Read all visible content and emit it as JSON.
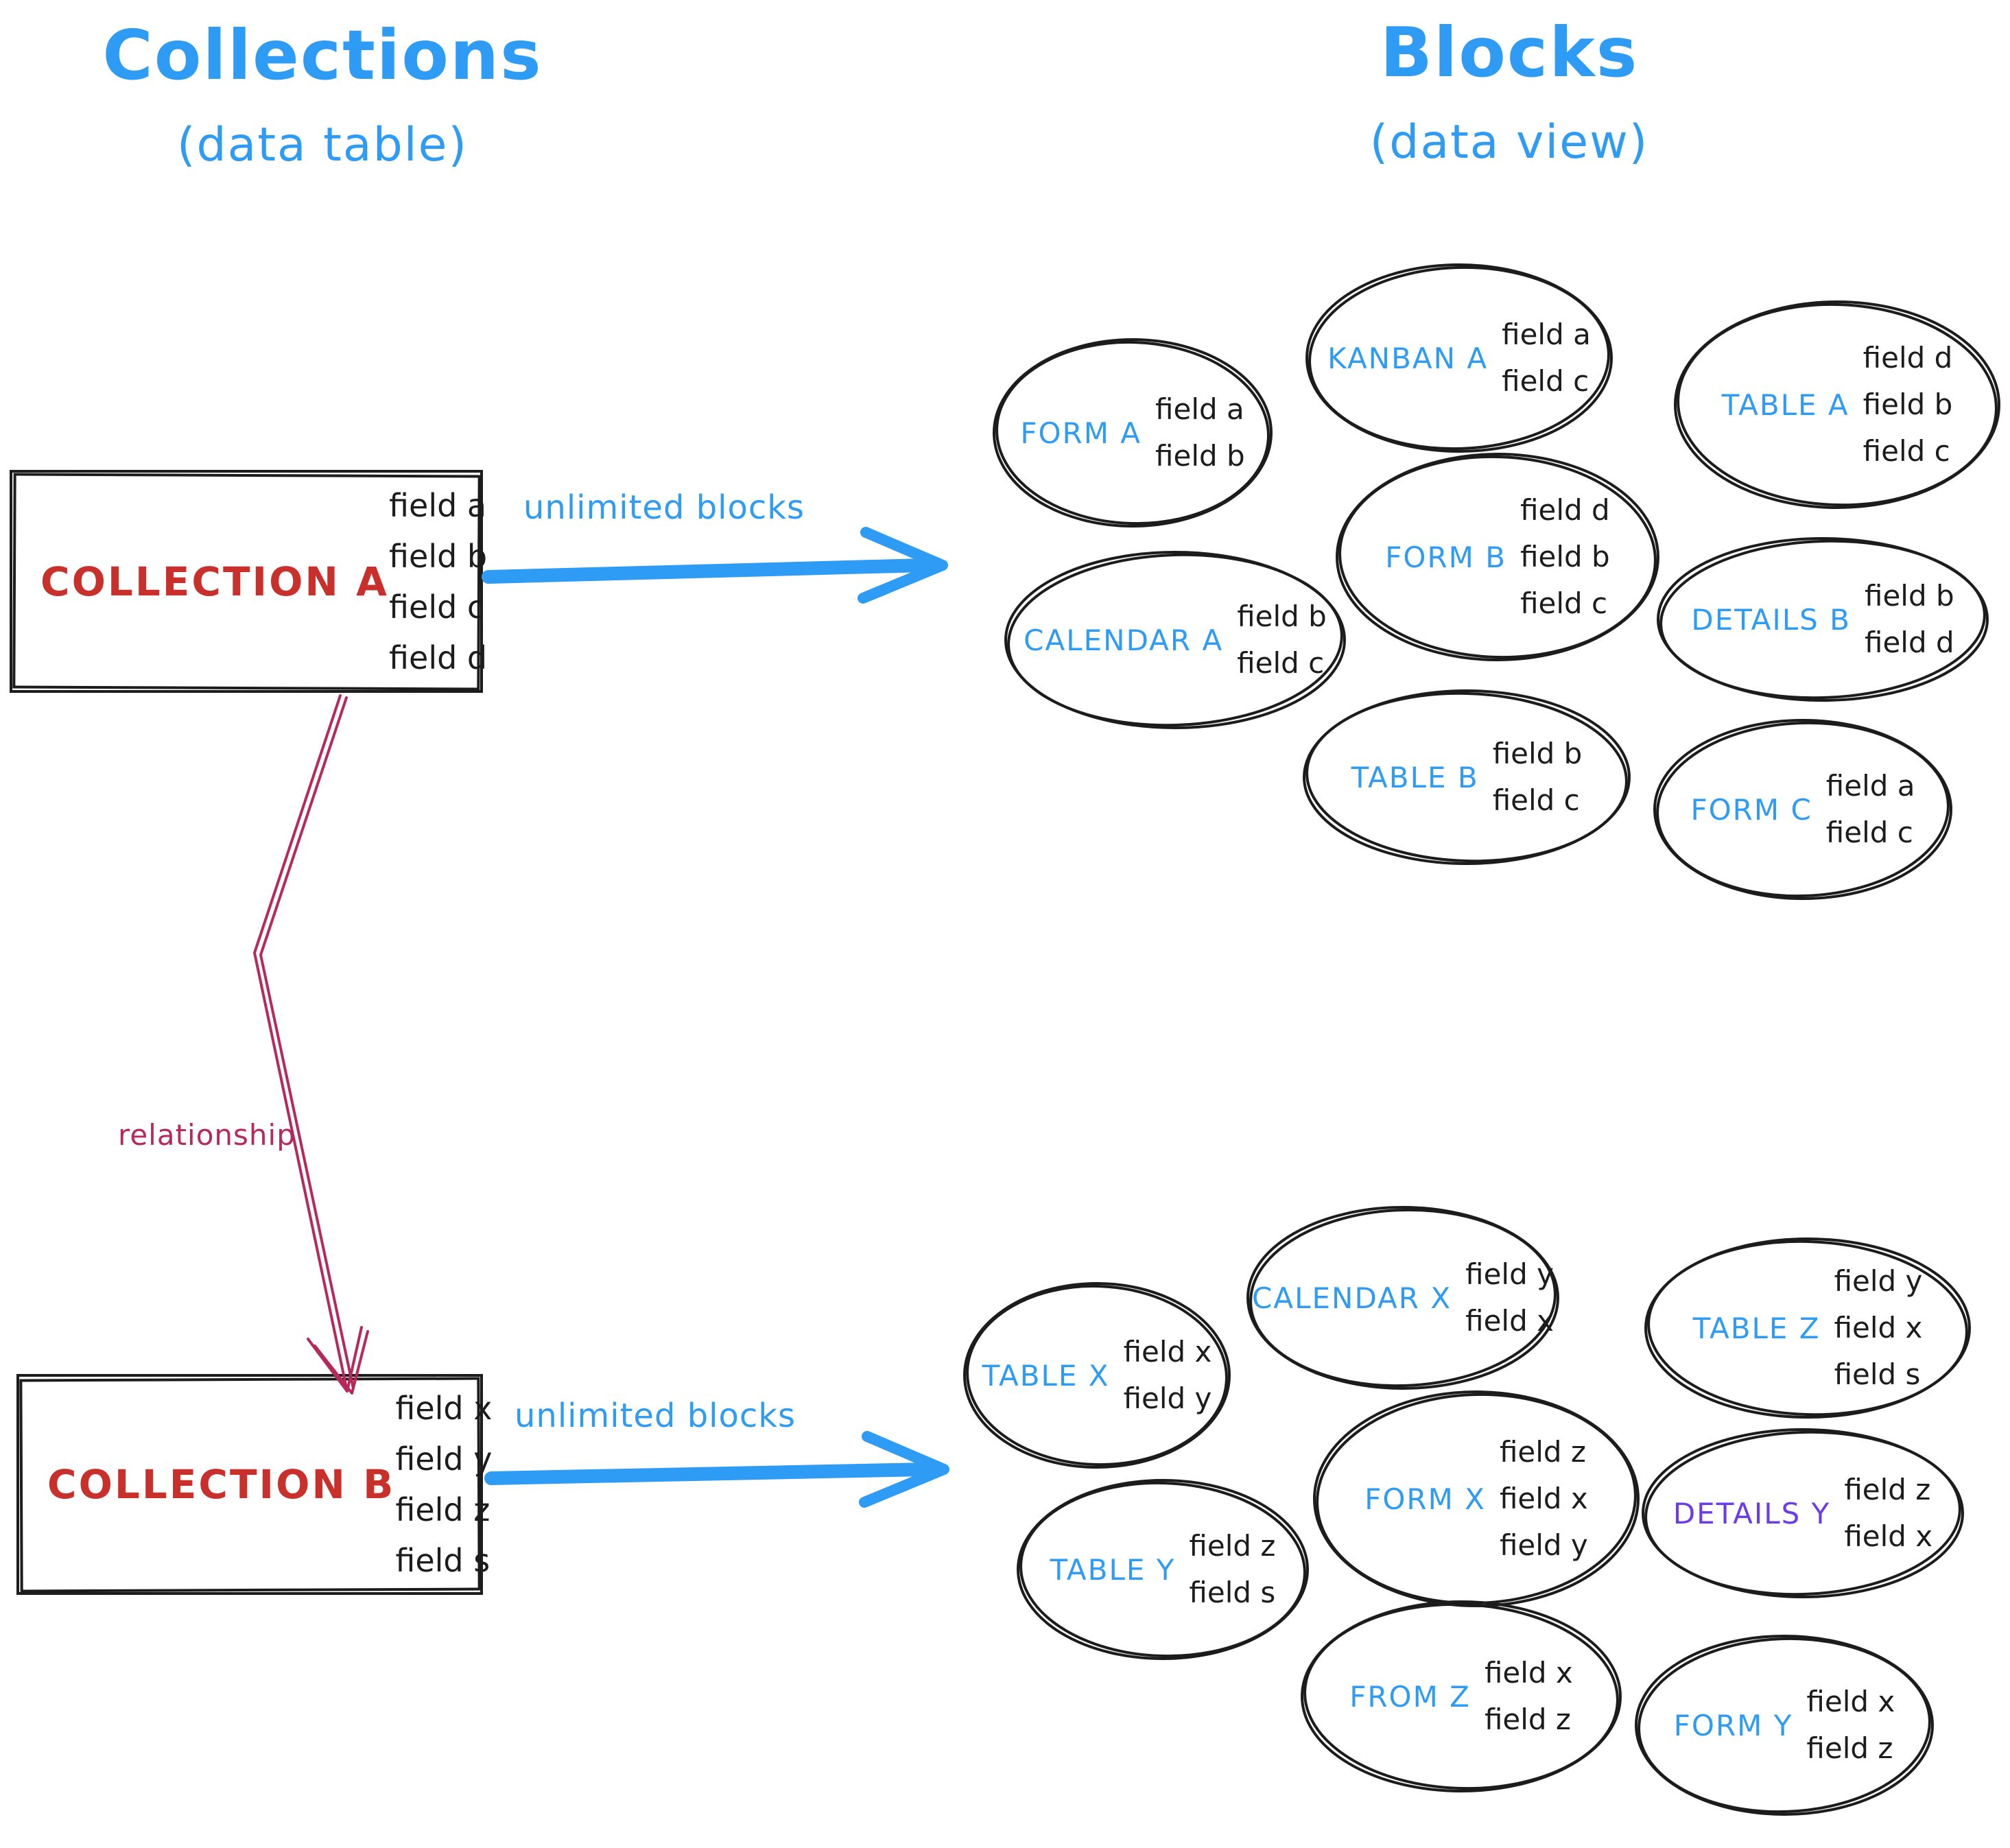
{
  "header": {
    "left_title": "Collections",
    "left_subtitle": "(data table)",
    "right_title": "Blocks",
    "right_subtitle": "(data view)"
  },
  "collection_a": {
    "name": "COLLECTION A",
    "fields": [
      "field a",
      "field b",
      "field c",
      "field d"
    ],
    "arrow_label": "unlimited blocks"
  },
  "collection_b": {
    "name": "COLLECTION B",
    "fields": [
      "field x",
      "field y",
      "field z",
      "field s"
    ],
    "arrow_label": "unlimited blocks"
  },
  "relationship_label": "relationship",
  "colors": {
    "accent_blue": "#2e9bf5",
    "collection_red": "#c9302c",
    "relationship_crimson": "#b7295a",
    "details_purple": "#6c3ce9",
    "ink": "#1c1c1c"
  },
  "blocks_a": [
    {
      "label": "FORM A",
      "fields": [
        "field a",
        "field b"
      ]
    },
    {
      "label": "KANBAN A",
      "fields": [
        "field a",
        "field c"
      ]
    },
    {
      "label": "TABLE A",
      "fields": [
        "field d",
        "field b",
        "field c"
      ]
    },
    {
      "label": "CALENDAR A",
      "fields": [
        "field b",
        "field c"
      ]
    },
    {
      "label": "FORM B",
      "fields": [
        "field d",
        "field b",
        "field c"
      ]
    },
    {
      "label": "DETAILS B",
      "fields": [
        "field b",
        "field d"
      ]
    },
    {
      "label": "TABLE B",
      "fields": [
        "field b",
        "field c"
      ]
    },
    {
      "label": "FORM C",
      "fields": [
        "field a",
        "field c"
      ]
    }
  ],
  "blocks_b": [
    {
      "label": "TABLE X",
      "fields": [
        "field x",
        "field y"
      ]
    },
    {
      "label": "CALENDAR X",
      "fields": [
        "field y",
        "field x"
      ]
    },
    {
      "label": "TABLE Z",
      "fields": [
        "field y",
        "field x",
        "field s"
      ]
    },
    {
      "label": "FORM X",
      "fields": [
        "field z",
        "field x",
        "field y"
      ]
    },
    {
      "label": "TABLE Y",
      "fields": [
        "field z",
        "field s"
      ]
    },
    {
      "label": "DETAILS Y",
      "fields": [
        "field z",
        "field x"
      ]
    },
    {
      "label": "FROM Z",
      "fields": [
        "field x",
        "field z"
      ]
    },
    {
      "label": "FORM Y",
      "fields": [
        "field x",
        "field z"
      ]
    }
  ]
}
